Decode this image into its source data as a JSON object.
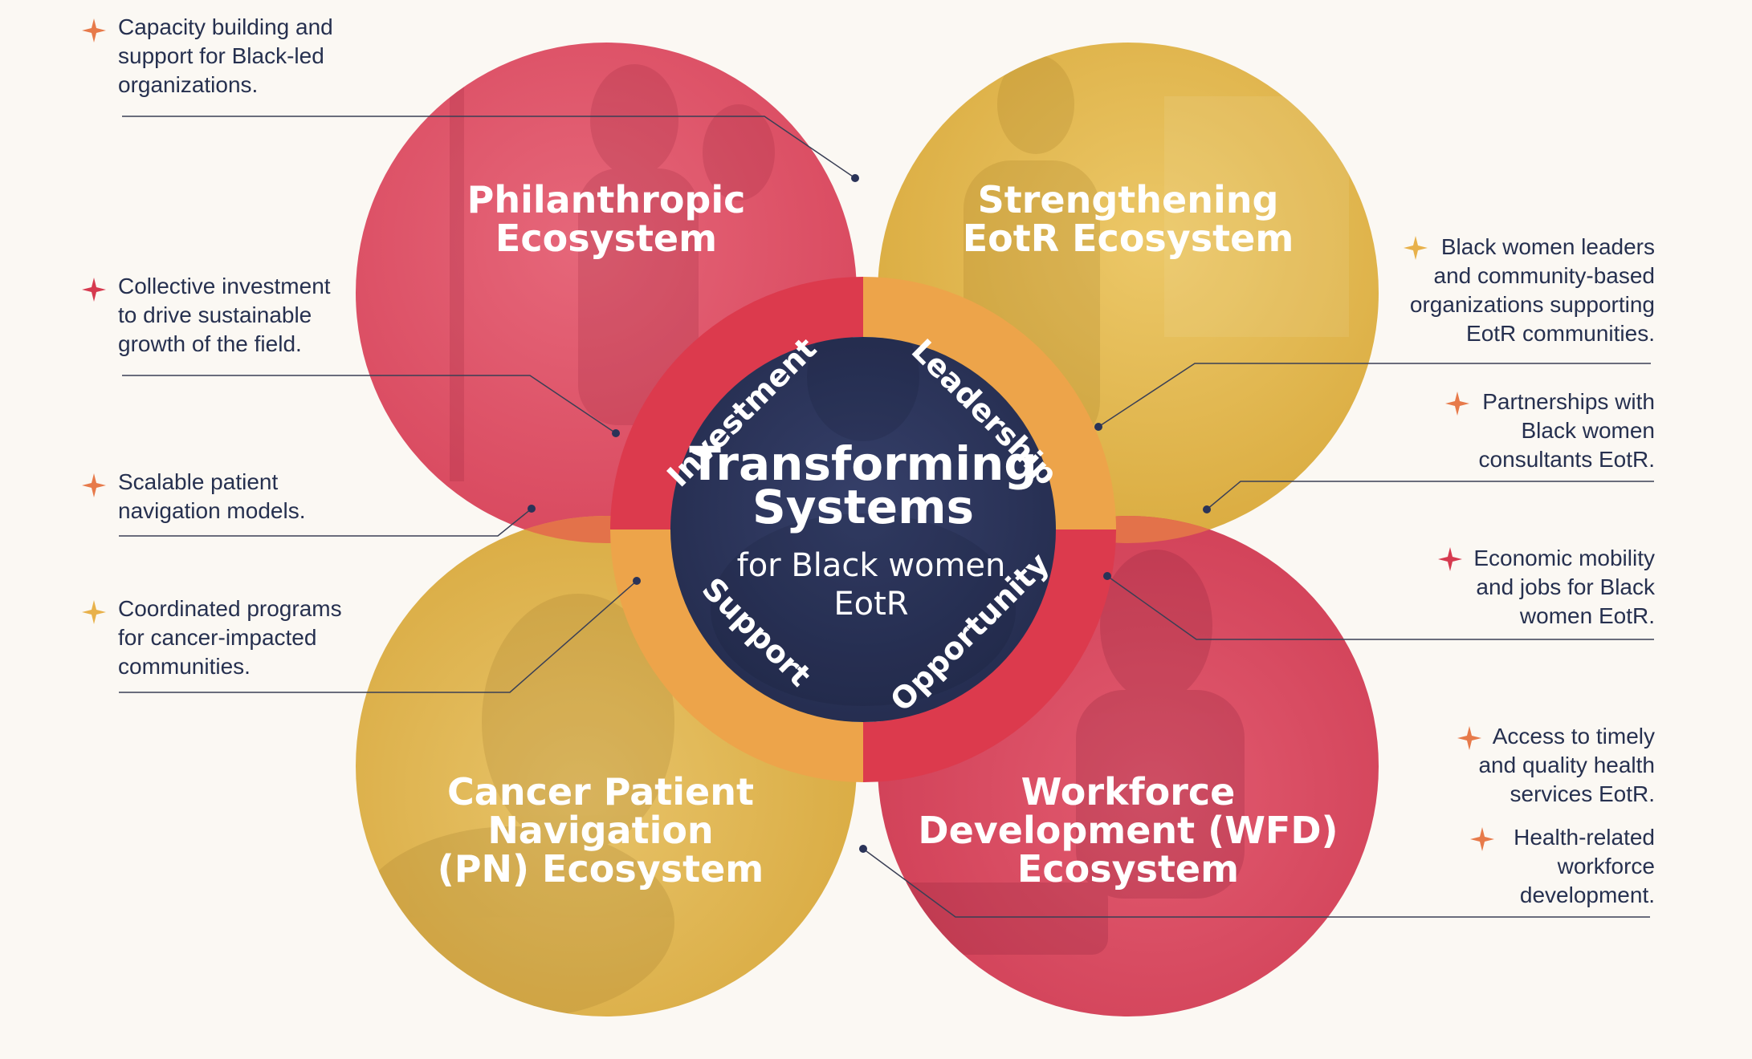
{
  "palette": {
    "background": "#fbf8f3",
    "crimson": "#d9445a",
    "crimson_overlay": "#e05068",
    "gold": "#dfb247",
    "gold_overlay": "#e8bd52",
    "orange_overlap": "#e07048",
    "ring_red": "#dc3a4d",
    "ring_orange": "#eda44a",
    "navy": "#2a3358",
    "text": "#26304f",
    "line": "#3a3f55"
  },
  "ecosystems": {
    "top_left": "Philanthropic\nEcosystem",
    "top_right": "Strengthening\nEotR Ecosystem",
    "bottom_left": "Cancer Patient\nNavigation\n(PN) Ecosystem",
    "bottom_right": "Workforce\nDevelopment (WFD)\nEcosystem"
  },
  "center": {
    "title_line1": "Transforming",
    "title_line2": "Systems",
    "subtitle_line1": "for Black women",
    "subtitle_line2": "EotR"
  },
  "ring_labels": {
    "investment": "Investment",
    "leadership": "Leadership",
    "opportunity": "Opportunity",
    "support": "Support"
  },
  "notes_left": [
    {
      "text": "Capacity building and\nsupport for Black-led\norganizations.",
      "icon": "sparkle-orange"
    },
    {
      "text": "Collective investment\nto drive sustainable\ngrowth of the field.",
      "icon": "sparkle-crimson"
    },
    {
      "text": "Scalable patient\nnavigation models.",
      "icon": "sparkle-orange"
    },
    {
      "text": "Coordinated programs\nfor cancer-impacted\ncommunities.",
      "icon": "sparkle-gold"
    }
  ],
  "notes_right": [
    {
      "text": "Black women leaders\nand community-based\norganizations supporting\nEotR communities.",
      "icon": "sparkle-gold"
    },
    {
      "text": "Partnerships with\nBlack women\nconsultants EotR.",
      "icon": "sparkle-orange"
    },
    {
      "text": "Economic mobility\nand jobs for Black\nwomen EotR.",
      "icon": "sparkle-crimson"
    },
    {
      "text": "Access to timely\nand quality health\nservices EotR.",
      "icon": "sparkle-orange"
    },
    {
      "text": "Health-related\nworkforce\ndevelopment.",
      "icon": "sparkle-orange"
    }
  ]
}
